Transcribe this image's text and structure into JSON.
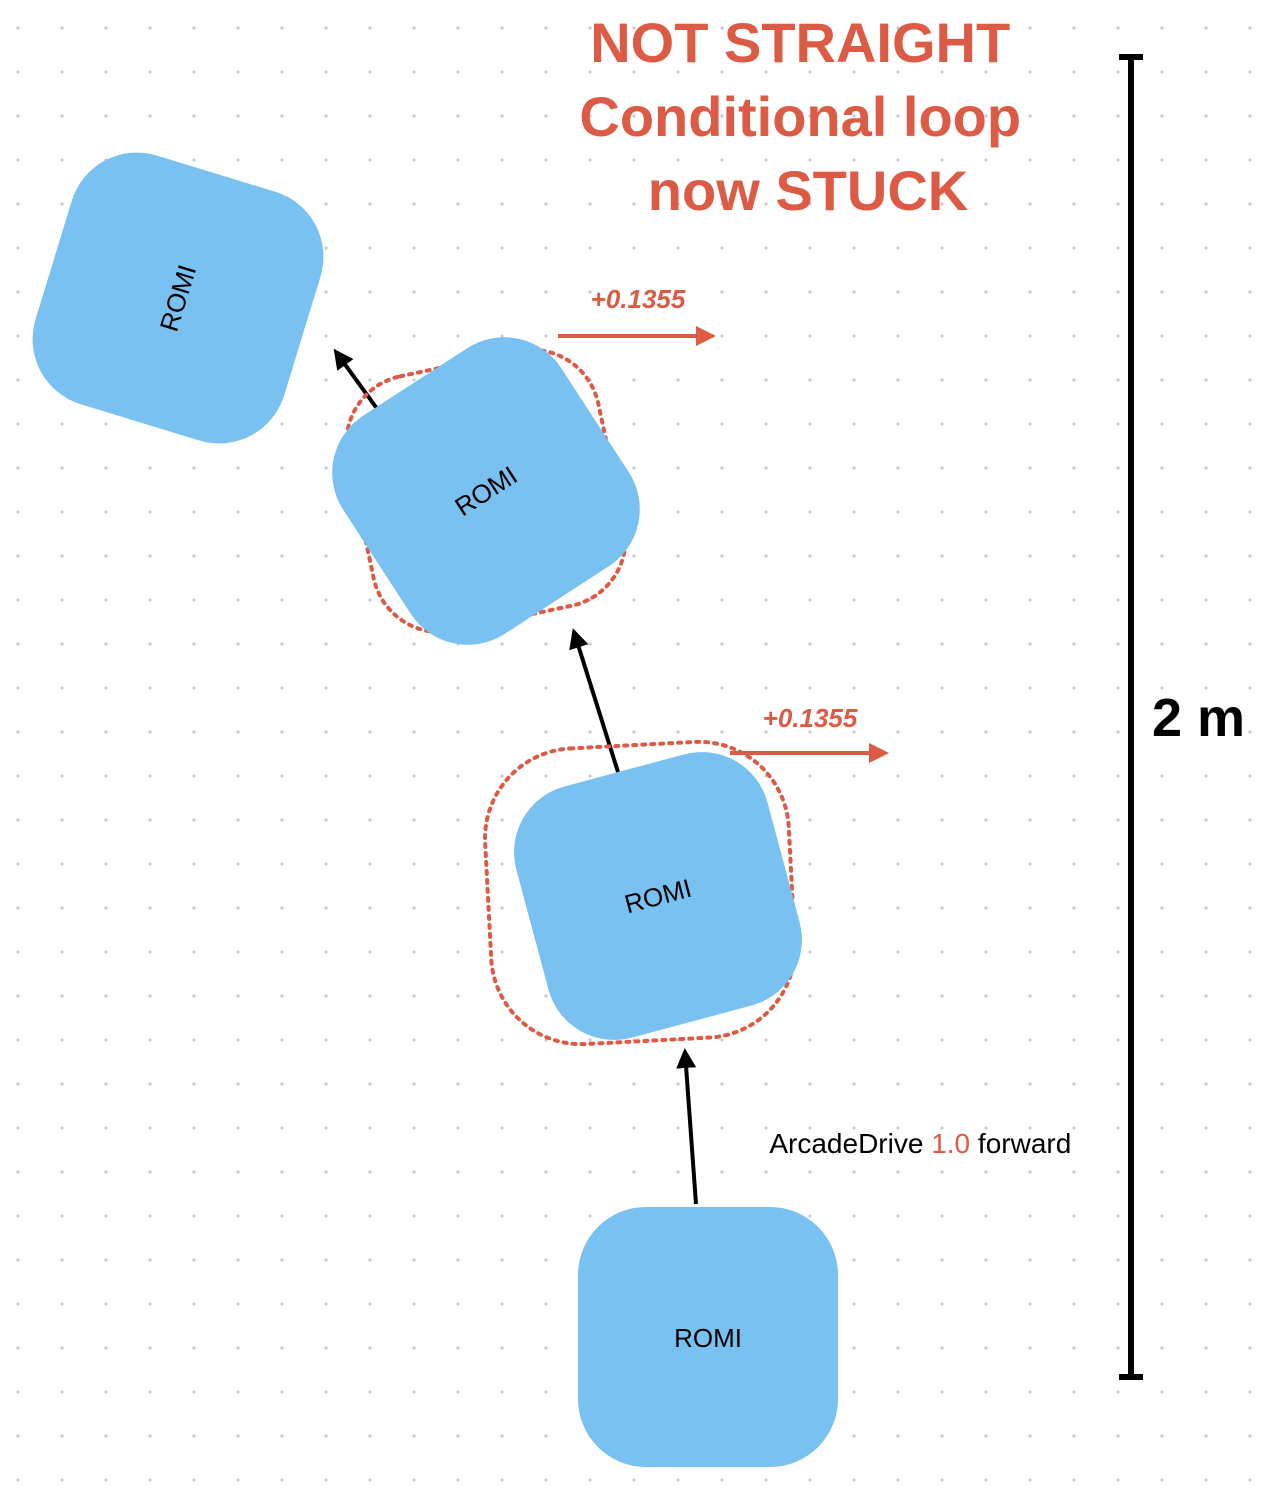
{
  "title": {
    "lines": [
      "NOT STRAIGHT",
      "Conditional loop",
      "now STUCK"
    ]
  },
  "robots": {
    "r1": {
      "label": "ROMI"
    },
    "r2": {
      "label": "ROMI"
    },
    "r3": {
      "label": "ROMI"
    },
    "r4": {
      "label": "ROMI"
    }
  },
  "offsets": {
    "upper": "+0.1355",
    "lower": "+0.1355"
  },
  "command": {
    "prefix": "ArcadeDrive ",
    "value": "1.0",
    "suffix": " forward"
  },
  "scale": {
    "label": "2 m"
  },
  "colors": {
    "robot": "#78C1F0",
    "accent": "#DC5B45",
    "arrow": "#000000",
    "grid_dot": "#C9C9C9"
  }
}
